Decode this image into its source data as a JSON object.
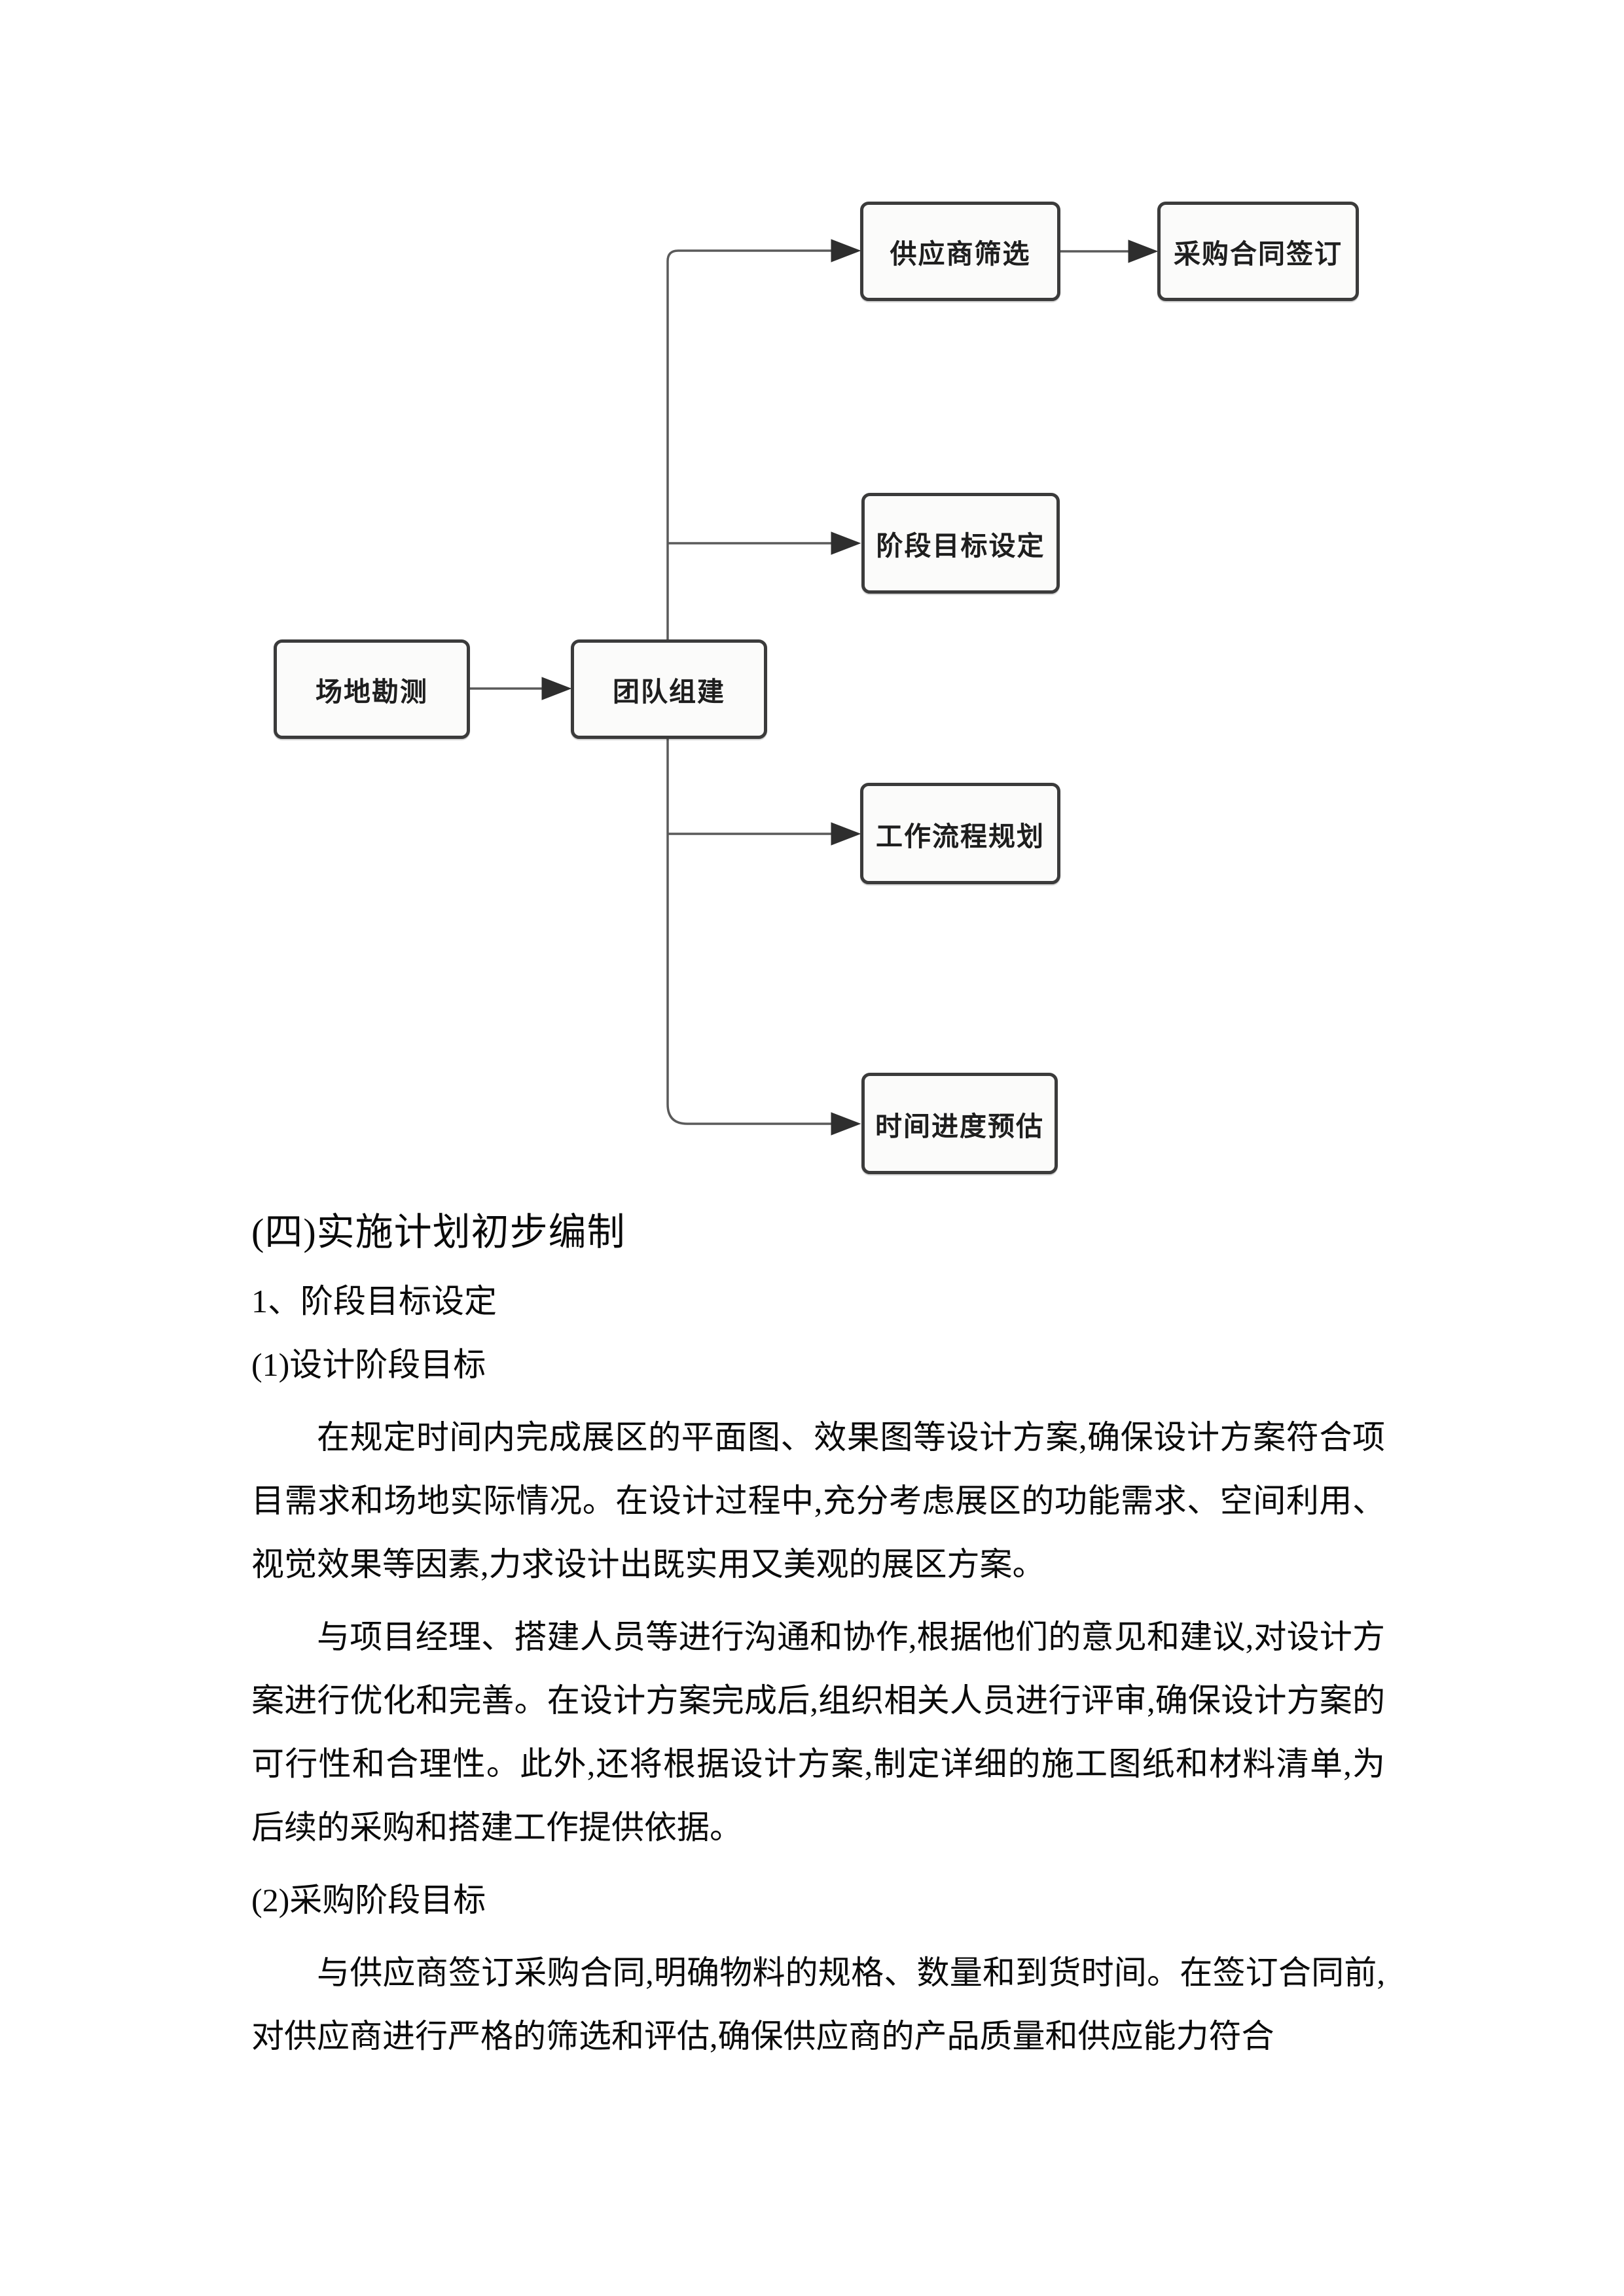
{
  "colors": {
    "box_border": "#3b3b3b",
    "box_fill": "#fbfbfa",
    "connector_line": "#5a5a5a",
    "arrowhead": "#2e2e2e",
    "text": "#0a0a0a"
  },
  "flowchart": {
    "nodes": [
      {
        "id": "site-survey",
        "label": "场地勘测"
      },
      {
        "id": "team-building",
        "label": "团队组建"
      },
      {
        "id": "supplier-screening",
        "label": "供应商筛选"
      },
      {
        "id": "purchase-contract-signing",
        "label": "采购合同签订"
      },
      {
        "id": "phase-goal-setting",
        "label": "阶段目标设定"
      },
      {
        "id": "workflow-planning",
        "label": "工作流程规划"
      },
      {
        "id": "schedule-estimation",
        "label": "时间进度预估"
      }
    ],
    "edges": [
      {
        "from": "场地勘测",
        "to": "团队组建"
      },
      {
        "from": "团队组建",
        "to": "供应商筛选"
      },
      {
        "from": "供应商筛选",
        "to": "采购合同签订"
      },
      {
        "from": "团队组建",
        "to": "阶段目标设定"
      },
      {
        "from": "团队组建",
        "to": "工作流程规划"
      },
      {
        "from": "团队组建",
        "to": "时间进度预估"
      }
    ]
  },
  "document": {
    "section_heading": "(四)实施计划初步编制",
    "list_heading": "1、阶段目标设定",
    "sub_heading_design": "(1)设计阶段目标",
    "para_design_1": "在规定时间内完成展区的平面图、效果图等设计方案,确保设计方案符合项目需求和场地实际情况。在设计过程中,充分考虑展区的功能需求、空间利用、视觉效果等因素,力求设计出既实用又美观的展区方案。",
    "para_design_2": "与项目经理、搭建人员等进行沟通和协作,根据他们的意见和建议,对设计方案进行优化和完善。在设计方案完成后,组织相关人员进行评审,确保设计方案的可行性和合理性。此外,还将根据设计方案,制定详细的施工图纸和材料清单,为后续的采购和搭建工作提供依据。",
    "sub_heading_procurement": "(2)采购阶段目标",
    "para_procurement_1": "与供应商签订采购合同,明确物料的规格、数量和到货时间。在签订合同前,对供应商进行严格的筛选和评估,确保供应商的产品质量和供应能力符合"
  }
}
